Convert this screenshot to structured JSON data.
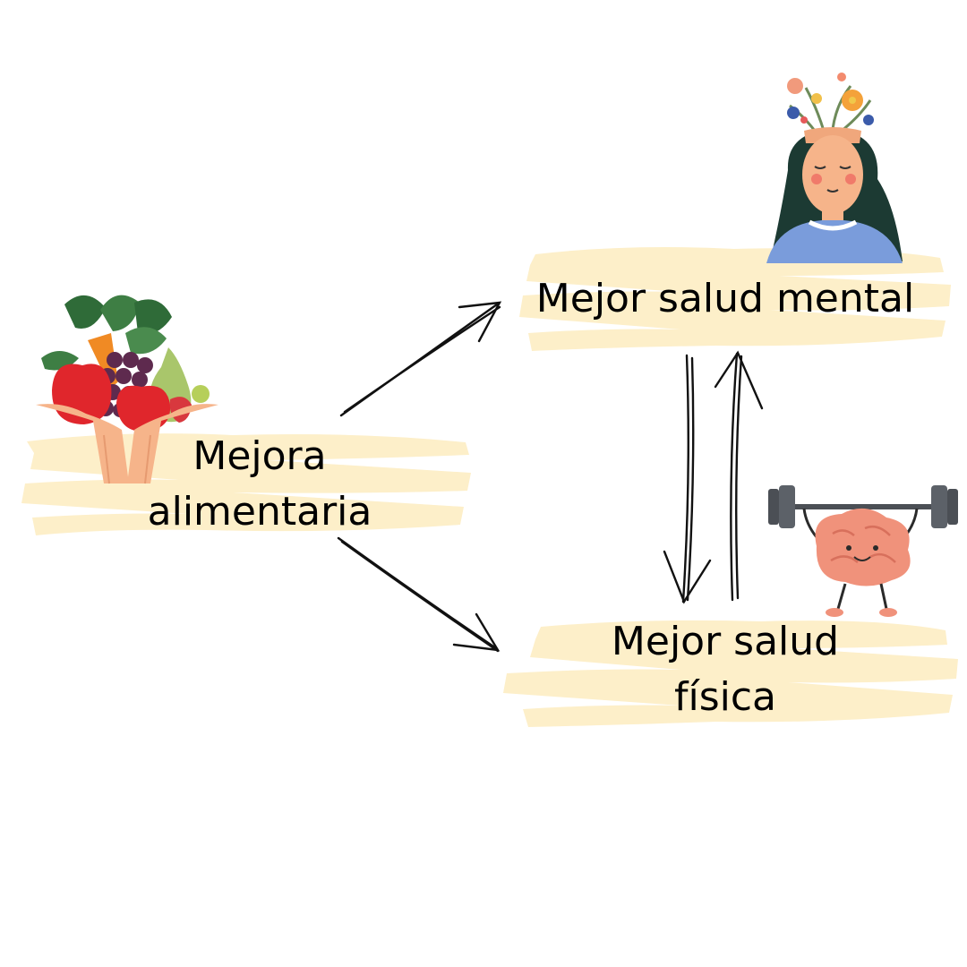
{
  "nodes": {
    "food": {
      "line1": "Mejora",
      "line2": "alimentaria",
      "illustration": "hands-holding-fruits-vegetables-icon"
    },
    "mental": {
      "text": "Mejor salud mental",
      "illustration": "calm-woman-with-flowers-icon"
    },
    "physical": {
      "line1": "Mejor salud",
      "line2": "física",
      "illustration": "brain-lifting-barbell-icon"
    }
  },
  "edges": [
    {
      "from": "food",
      "to": "mental"
    },
    {
      "from": "food",
      "to": "physical"
    },
    {
      "from": "mental",
      "to": "physical"
    },
    {
      "from": "physical",
      "to": "mental"
    }
  ],
  "colors": {
    "highlight": "#FDEFC9",
    "arrow": "#111111",
    "text": "#000000",
    "apple": "#E0262C",
    "grape": "#5E2A4E",
    "leaf": "#2F6B38",
    "carrot": "#F08A24",
    "pear": "#A9C66B",
    "skin": "#F6B48A",
    "hair": "#1C3A33",
    "shirt": "#7A9CDB",
    "brain": "#F0927B",
    "barbell": "#4B4F55"
  }
}
